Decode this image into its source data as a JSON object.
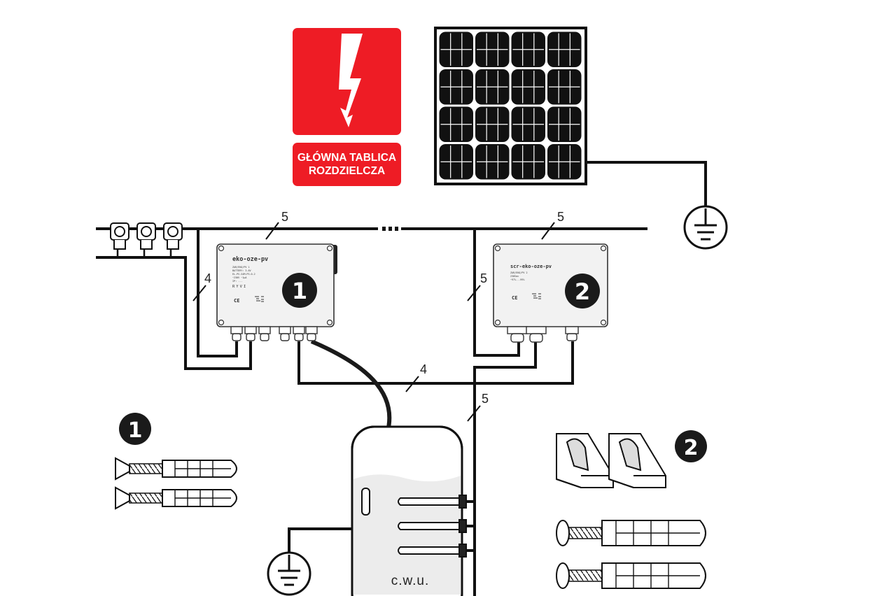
{
  "warning_sign": {
    "icon": "lightning-bolt-icon",
    "background_color": "#ee1c25",
    "text": "GŁÓWNA TABLICA\nROZDZIELCZA"
  },
  "devices": [
    {
      "id": "1",
      "title": "eko-oze-pv",
      "body_lines": [
        "ZAR/EKO/PV 1",
        "BATTERY: 3.6V",
        "EL-PS-S4M-PS-0-2",
        "~230V ~1μA",
        "IP: ..."
      ],
      "brand": "RYVI",
      "marks": "CE"
    },
    {
      "id": "2",
      "title": "scr-eko-oze-pv",
      "body_lines": [
        "ZAR/EKO/PV 2",
        "230Vac",
        "~97%...99%"
      ],
      "brand": "",
      "marks": "CE"
    }
  ],
  "cable_labels": {
    "top_left": "5",
    "top_right": "5",
    "left_vertical": "4",
    "middle_vertical": "5",
    "bottom_horizontal": "4",
    "tank_vertical": "5"
  },
  "tank": {
    "label": "c.w.u."
  },
  "accessory_badges": {
    "left": "1",
    "right": "2"
  },
  "colors": {
    "line": "#111111",
    "device_fill": "#f2f2f2",
    "tank_fill": "#eeeeee",
    "badge": "#1a1a1a"
  }
}
